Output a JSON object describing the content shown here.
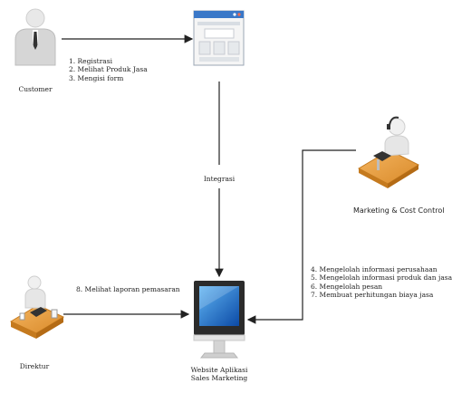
{
  "actors": {
    "customer": {
      "label": "Customer"
    },
    "direktur": {
      "label": "Direktur"
    },
    "marketing": {
      "label": "Marketing & Cost Control"
    }
  },
  "website": {
    "line1": "Website Aplikasi",
    "line2": "Sales Marketing"
  },
  "flows": {
    "customer_steps": [
      "1. Registrasi",
      "2. Melihat Produk Jasa",
      "3. Mengisi form"
    ],
    "integration": "Integrasi",
    "direktur_step": "8. Melihat laporan pemasaran",
    "marketing_steps": [
      "4. Mengelolah informasi perusahaan",
      "5. Mengelolah informasi produk dan jasa",
      "6. Mengelolah pesan",
      "7. Membuat perhitungan biaya jasa"
    ]
  }
}
